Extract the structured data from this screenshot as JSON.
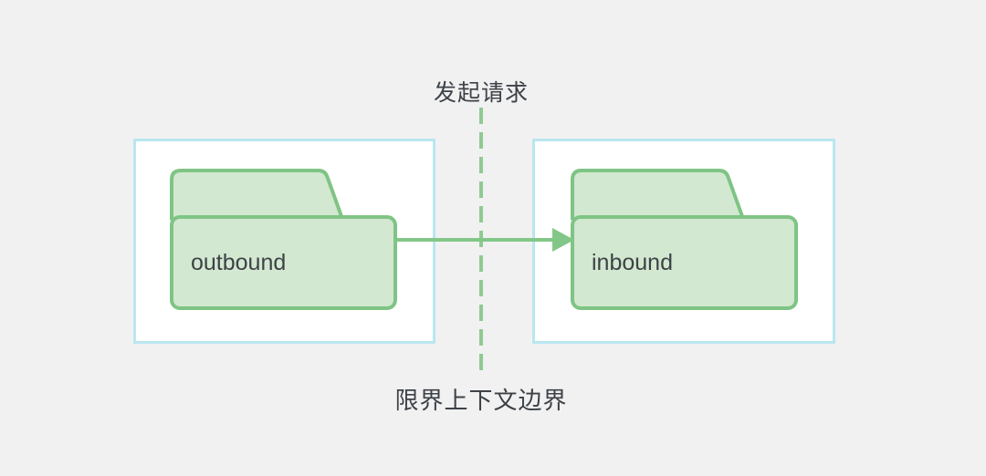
{
  "diagram": {
    "top_label": "发起请求",
    "bottom_label": "限界上下文边界",
    "contexts": [
      {
        "id": "left",
        "folder_label": "outbound"
      },
      {
        "id": "right",
        "folder_label": "inbound"
      }
    ],
    "arrow": {
      "from": "outbound",
      "to": "inbound",
      "direction": "right"
    },
    "colors": {
      "background": "#f1f1f2",
      "context_border": "#b9e7ef",
      "context_fill": "#ffffff",
      "folder_fill": "#d3e8d0",
      "folder_stroke": "#7fc485",
      "arrow_green": "#82c787",
      "dash_green": "#8fca92",
      "text": "#3d4247"
    }
  }
}
